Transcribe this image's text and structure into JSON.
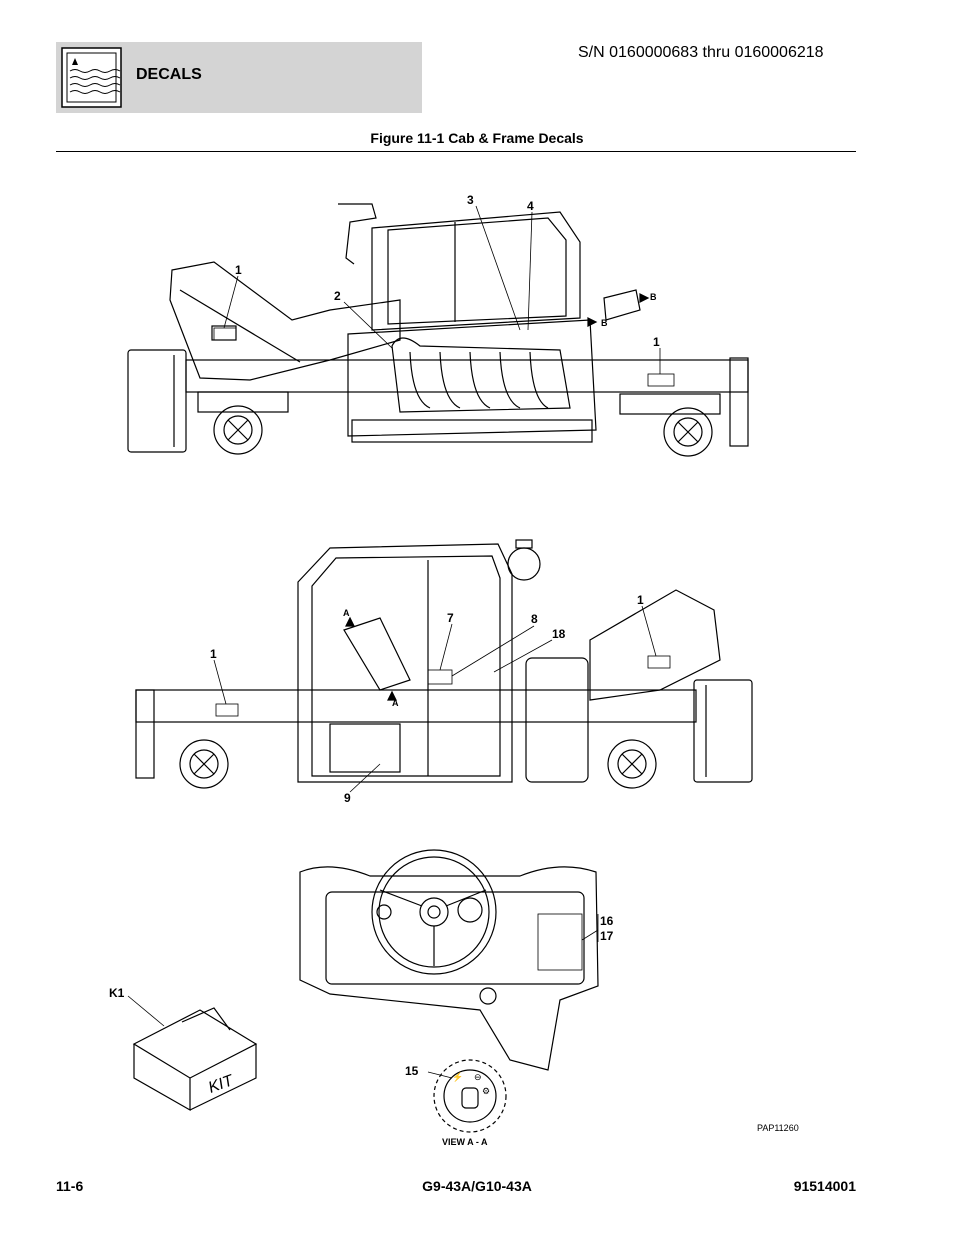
{
  "header": {
    "section_title": "DECALS",
    "serial_range": "S/N 0160000683 thru 0160006218"
  },
  "figure": {
    "title": "Figure 11-1 Cab & Frame Decals",
    "part_code": "PAP11260",
    "view_label": "VIEW A - A",
    "kit_box_text": "KIT"
  },
  "callouts_top": [
    "1",
    "2",
    "3",
    "4",
    "1",
    "B",
    "B"
  ],
  "callouts_middle": [
    "1",
    "A",
    "A",
    "7",
    "8",
    "18",
    "1",
    "9"
  ],
  "callouts_bottom": [
    "K1",
    "16",
    "17",
    "15"
  ],
  "footer": {
    "page_number": "11-6",
    "model": "G9-43A/G10-43A",
    "doc_number": "91514001"
  }
}
